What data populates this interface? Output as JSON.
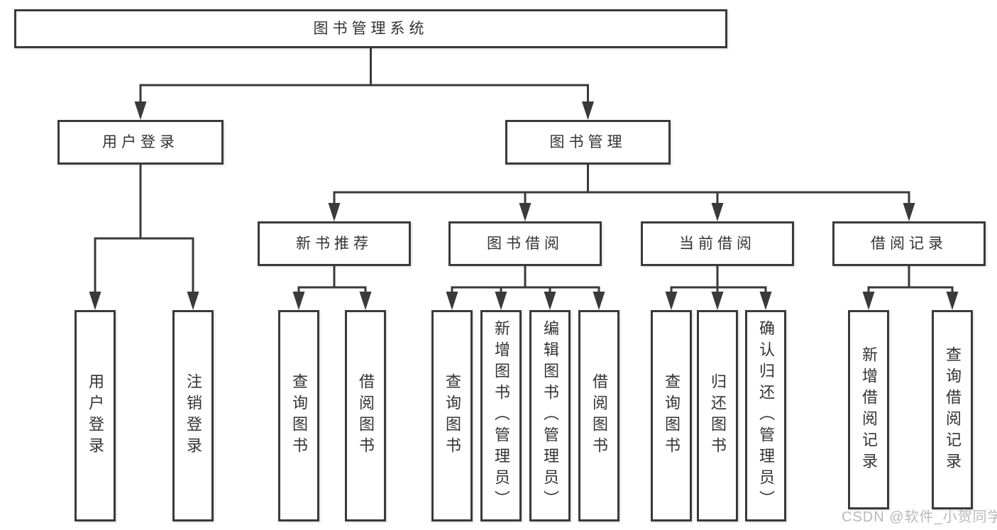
{
  "diagram": {
    "type": "hierarchy-tree",
    "colors": {
      "line": "#3a3a3a",
      "text": "#333333",
      "box_fill": "#ffffff",
      "background": "#ffffff",
      "watermark": "#b9b9b9"
    },
    "tree": {
      "label": "图书管理系统",
      "children": [
        {
          "label": "用户登录",
          "children": [
            {
              "label": "用户登录"
            },
            {
              "label": "注销登录"
            }
          ]
        },
        {
          "label": "图书管理",
          "children": [
            {
              "label": "新书推荐",
              "children": [
                {
                  "label": "查询图书"
                },
                {
                  "label": "借阅图书"
                }
              ]
            },
            {
              "label": "图书借阅",
              "children": [
                {
                  "label": "查询图书"
                },
                {
                  "label": "新增图书（管理员）"
                },
                {
                  "label": "编辑图书（管理员）"
                },
                {
                  "label": "借阅图书"
                }
              ]
            },
            {
              "label": "当前借阅",
              "children": [
                {
                  "label": "查询图书"
                },
                {
                  "label": "归还图书"
                },
                {
                  "label": "确认归还（管理员）"
                }
              ]
            },
            {
              "label": "借阅记录",
              "children": [
                {
                  "label": "新增借阅记录"
                },
                {
                  "label": "查询借阅记录"
                }
              ]
            }
          ]
        }
      ]
    }
  },
  "watermark": {
    "text": "CSDN @软件_小贺同学"
  }
}
